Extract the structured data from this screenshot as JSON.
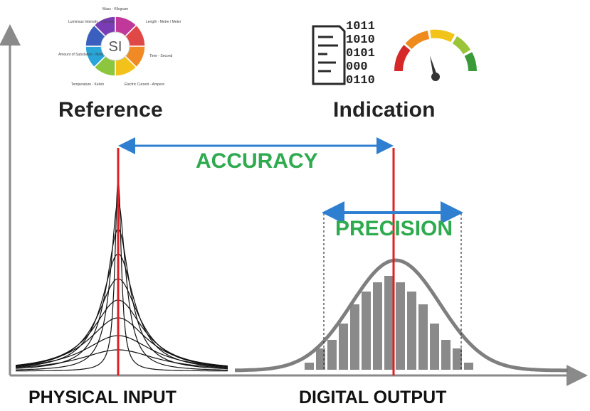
{
  "labels": {
    "reference": "Reference",
    "indication": "Indication",
    "accuracy": "ACCURACY",
    "precision": "PRECISION",
    "physical_input": "PHYSICAL INPUT",
    "digital_output": "DIGITAL OUTPUT"
  },
  "si_wheel": {
    "center": "SI",
    "units": [
      "Mass - Kilogram",
      "Length - Metre / Meter",
      "Time - Second",
      "Electric Current - Ampere",
      "Temperature - Kelvin",
      "Amount of Substance - Mole",
      "Luminous Intensity - Candela"
    ]
  },
  "binary": [
    "1011",
    "1010",
    "0101",
    "000",
    "0110"
  ],
  "icons": {
    "si": "si-units-wheel-icon",
    "document": "binary-document-icon",
    "gauge": "gauge-meter-icon"
  },
  "colors": {
    "reference_line": "#e02020",
    "arrow": "#2f7fd0",
    "green_text": "#2eaa4f",
    "histogram": "#8a8a8a",
    "curve": "#7a7a7a"
  }
}
